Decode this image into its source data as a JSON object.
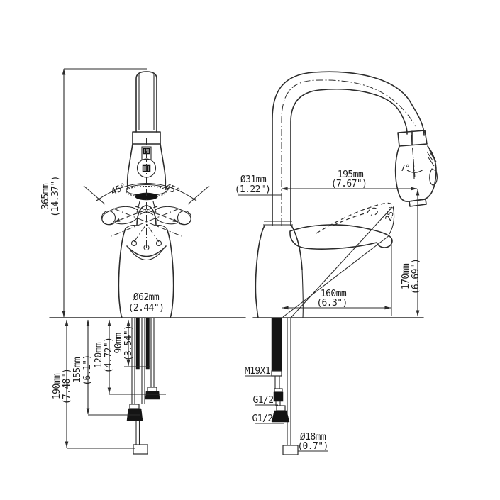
{
  "drawing": {
    "front_view": {
      "overall_height": "365mm",
      "overall_height_in": "(14.37\")",
      "swing_left": "45°",
      "swing_right": "45°",
      "body_diameter": "Ø62mm",
      "body_diameter_in": "(2.44\")",
      "hose_len_190": "190mm",
      "hose_len_190_in": "(7.48\")",
      "hose_len_155": "155mm",
      "hose_len_155_in": "(6.1\")",
      "hose_len_120": "120mm",
      "hose_len_120_in": "(4.72\")",
      "hose_len_90": "90mm",
      "hose_len_90_in": "(3.54\")"
    },
    "side_view": {
      "spout_diameter": "Ø31mm",
      "spout_diameter_in": "(1.22\")",
      "spout_reach": "195mm",
      "spout_reach_in": "(7.67\")",
      "head_angle": "7°",
      "handle_angle": "25°",
      "outlet_height": "170mm",
      "outlet_height_in": "(6.69\")",
      "handle_reach": "160mm",
      "handle_reach_in": "(6.3\")",
      "thread_size": "M19X1",
      "connection_1": "G1/2",
      "connection_2": "G1/2",
      "hose_end_diameter": "Ø18mm",
      "hose_end_diameter_in": "(0.7\")"
    }
  }
}
